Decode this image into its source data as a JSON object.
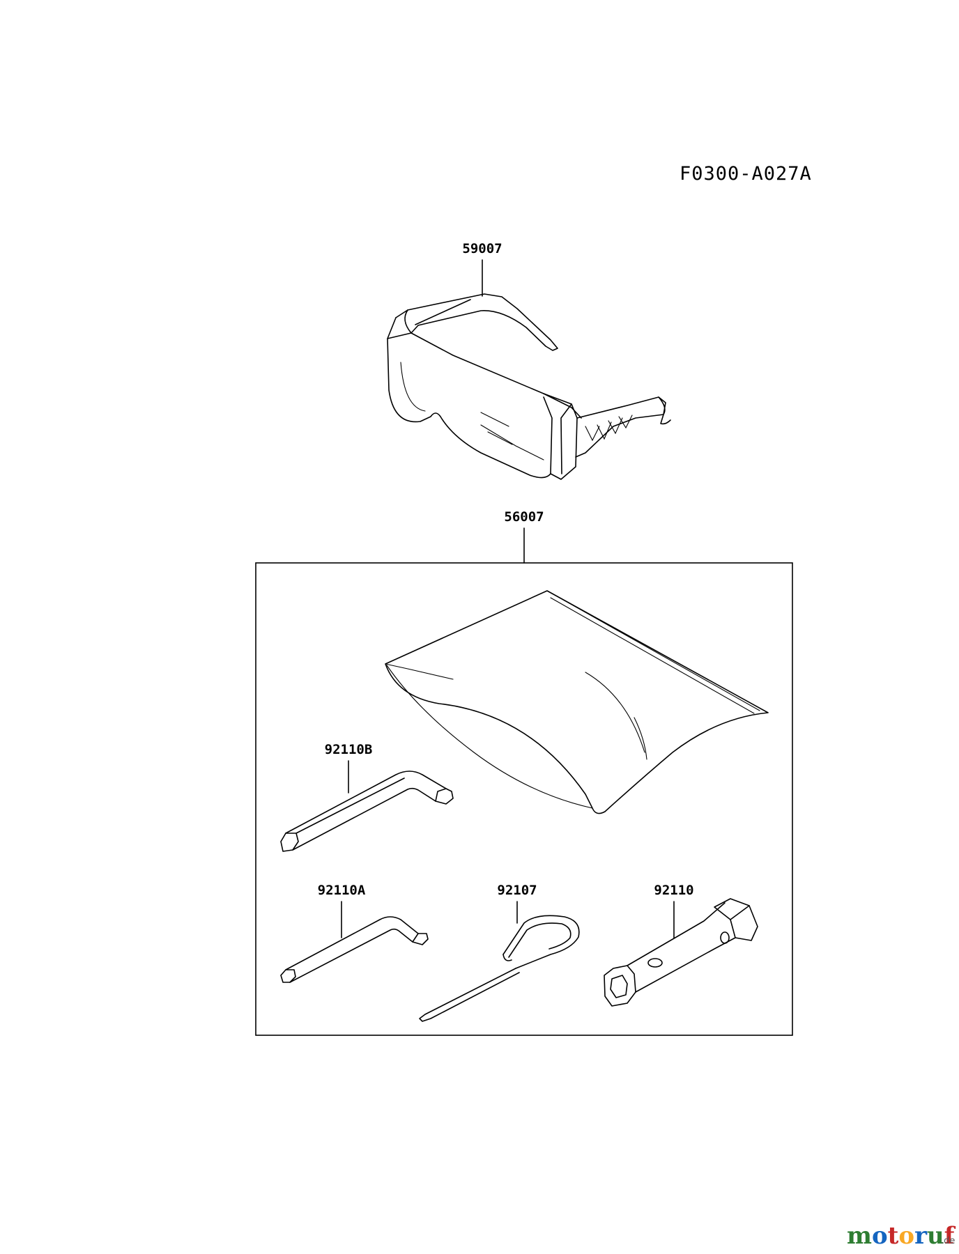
{
  "diagram_code": "F0300-A027A",
  "parts": {
    "glasses": "59007",
    "tool_kit": "56007",
    "hex_wrench_b": "92110B",
    "hex_wrench_a": "92110A",
    "screwdriver": "92107",
    "plug_wrench": "92110"
  },
  "watermark": {
    "brand": [
      "m",
      "o",
      "t",
      "o",
      "r",
      "u",
      "f"
    ],
    "brand_colors": [
      "#2e7d32",
      "#1565c0",
      "#c62828",
      "#f9a825",
      "#1565c0",
      "#2e7d32",
      "#c62828"
    ],
    "suffix": ".de"
  }
}
